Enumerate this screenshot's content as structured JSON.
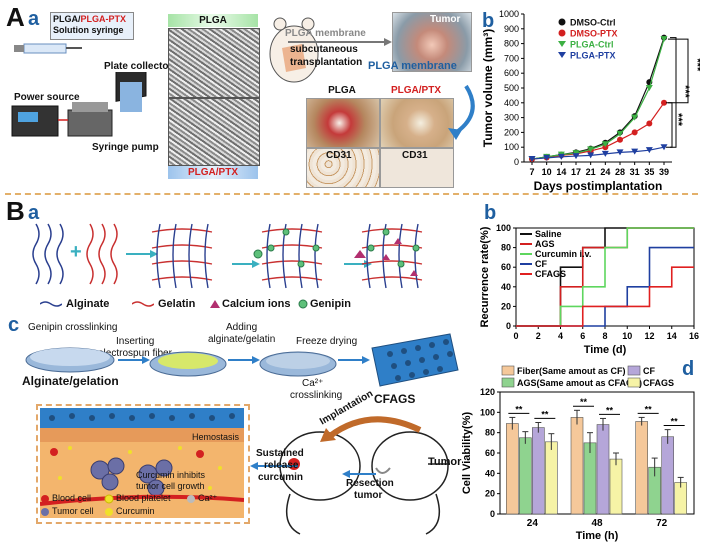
{
  "panelA": {
    "letter": "A",
    "sub_a": "a",
    "sub_b": "b",
    "syringe_label_part1": "PLGA/",
    "syringe_label_part2": "PLGA-PTX",
    "syringe_label_line2": "Solution syringe",
    "plate_collector": "Plate collector",
    "power_source": "Power source",
    "syringe_pump": "Syringe pump",
    "sem_top": "PLGA",
    "sem_bottom": "PLGA/PTX",
    "membrane_label": "PLGA membrane",
    "transplant_line1": "subcutaneous",
    "transplant_line2": "transplantation",
    "tumor_label": "Tumor",
    "membrane_label2": "PLGA membrane",
    "photo_plga": "PLGA",
    "photo_ptx": "PLGA/PTX",
    "cd31_left": "CD31",
    "cd31_right": "CD31",
    "colors": {
      "red": "#d32020",
      "blue": "#1f5fa0",
      "green": "#3cb043"
    }
  },
  "panelB": {
    "letter": "B",
    "sub_a": "a",
    "sub_b": "b",
    "sub_c": "c",
    "sub_d": "d",
    "legend_alginate": "Alginate",
    "legend_gelatin": "Gelatin",
    "legend_calcium": "Calcium ions",
    "legend_genipin": "Genipin",
    "genipin_crosslinking": "Genipin crosslinking",
    "alginate_gelation": "Alginate/gelation",
    "inserting_line1": "Inserting",
    "inserting_line2": "electrospun fiber",
    "adding_line1": "Adding",
    "adding_line2": "alginate/gelatin",
    "freeze_drying": "Freeze drying",
    "ca_crosslinking_line1": "Ca²⁺",
    "ca_crosslinking_line2": "crosslinking",
    "cfags": "CFAGS",
    "hemostasis": "Hemostasis",
    "sustained_line1": "Sustained",
    "sustained_line2": "release",
    "sustained_line3": "curcumin",
    "curcumin_inhibits_line1": "Curcumin inhibits",
    "curcumin_inhibits_line2": "tumor cell growth",
    "implantation": "Implantation",
    "resection_line1": "Resection",
    "resection_line2": "tumor",
    "tumor": "Tumor",
    "legend_blood_cell": "Blood cell",
    "legend_blood_platelet": "Blood platelet",
    "legend_ca": "Ca²⁺",
    "legend_tumor_cell": "Tumor cell",
    "legend_curcumin": "Curcumin"
  },
  "chart_data": [
    {
      "id": "tumor-volume",
      "type": "line",
      "ylabel": "Tumor volume (mm³)",
      "xlabel": "Days postimplantation",
      "x": [
        7,
        10,
        14,
        17,
        21,
        24,
        28,
        31,
        35,
        39
      ],
      "ylim": [
        0,
        1000
      ],
      "yticks": [
        0,
        100,
        200,
        300,
        400,
        500,
        600,
        700,
        800,
        900,
        1000
      ],
      "series": [
        {
          "name": "DMSO-Ctrl",
          "color": "#111111",
          "marker": "circle",
          "values": [
            20,
            35,
            50,
            65,
            90,
            130,
            200,
            310,
            540,
            840
          ]
        },
        {
          "name": "DMSO-PTX",
          "color": "#d32020",
          "marker": "circle",
          "values": [
            20,
            30,
            45,
            55,
            75,
            100,
            150,
            200,
            260,
            400
          ]
        },
        {
          "name": "PLGA-Ctrl",
          "color": "#3cb043",
          "marker": "triangle-down",
          "values": [
            20,
            35,
            50,
            60,
            85,
            120,
            190,
            300,
            500,
            830
          ]
        },
        {
          "name": "PLGA-PTX",
          "color": "#1f3fa0",
          "marker": "triangle-down",
          "values": [
            20,
            28,
            35,
            40,
            45,
            55,
            65,
            70,
            80,
            100
          ]
        }
      ],
      "significance": [
        "***",
        "***",
        "***"
      ]
    },
    {
      "id": "recurrence-rate",
      "type": "line",
      "ylabel": "Recurrence rate(%)",
      "xlabel": "Time (d)",
      "xlim": [
        0,
        16
      ],
      "xticks": [
        0,
        2,
        4,
        6,
        8,
        10,
        12,
        14,
        16
      ],
      "ylim": [
        0,
        100
      ],
      "yticks": [
        0,
        20,
        40,
        60,
        80,
        100
      ],
      "series": [
        {
          "name": "Saline",
          "color": "#111111",
          "steps": [
            [
              0,
              0
            ],
            [
              4,
              0
            ],
            [
              4,
              60
            ],
            [
              6,
              60
            ],
            [
              6,
              80
            ],
            [
              8,
              80
            ],
            [
              8,
              100
            ],
            [
              16,
              100
            ]
          ]
        },
        {
          "name": "AGS",
          "color": "#d32020",
          "steps": [
            [
              0,
              0
            ],
            [
              4,
              0
            ],
            [
              4,
              40
            ],
            [
              6,
              40
            ],
            [
              6,
              80
            ],
            [
              10,
              80
            ],
            [
              10,
              100
            ],
            [
              16,
              100
            ]
          ]
        },
        {
          "name": "Curcumin i.v.",
          "color": "#5ed65e",
          "steps": [
            [
              0,
              0
            ],
            [
              4,
              0
            ],
            [
              4,
              20
            ],
            [
              6,
              20
            ],
            [
              6,
              40
            ],
            [
              8,
              40
            ],
            [
              8,
              80
            ],
            [
              10,
              80
            ],
            [
              10,
              100
            ],
            [
              16,
              100
            ]
          ]
        },
        {
          "name": "CF",
          "color": "#1f3fa0",
          "steps": [
            [
              0,
              0
            ],
            [
              8,
              0
            ],
            [
              8,
              20
            ],
            [
              10,
              20
            ],
            [
              10,
              40
            ],
            [
              12,
              40
            ],
            [
              12,
              80
            ],
            [
              16,
              80
            ]
          ]
        },
        {
          "name": "CFAGS",
          "color": "#e02020",
          "steps": [
            [
              0,
              0
            ],
            [
              6,
              0
            ],
            [
              6,
              20
            ],
            [
              12,
              20
            ],
            [
              12,
              40
            ],
            [
              14,
              40
            ],
            [
              14,
              60
            ],
            [
              16,
              60
            ]
          ]
        }
      ]
    },
    {
      "id": "cell-viability",
      "type": "bar",
      "ylabel": "Cell Viability(%)",
      "xlabel": "Time (h)",
      "categories": [
        "24",
        "48",
        "72"
      ],
      "ylim": [
        0,
        120
      ],
      "yticks": [
        0,
        20,
        40,
        60,
        80,
        100,
        120
      ],
      "series": [
        {
          "name": "Fiber(Same amout as CF)",
          "color": "#f5c89a",
          "values": [
            89,
            95,
            91
          ],
          "errors": [
            6,
            7,
            4
          ]
        },
        {
          "name": "AGS(Same amout as CFAGS)",
          "color": "#8fd38f",
          "values": [
            75,
            70,
            46
          ],
          "errors": [
            6,
            10,
            9
          ]
        },
        {
          "name": "CF",
          "color": "#b5a6d9",
          "values": [
            85,
            88,
            76
          ],
          "errors": [
            5,
            6,
            7
          ]
        },
        {
          "name": "CFAGS",
          "color": "#f6f3a6",
          "values": [
            71,
            54,
            31
          ],
          "errors": [
            8,
            6,
            5
          ]
        }
      ],
      "significance": [
        "**",
        "**",
        "**",
        "**",
        "**",
        "**"
      ]
    }
  ]
}
